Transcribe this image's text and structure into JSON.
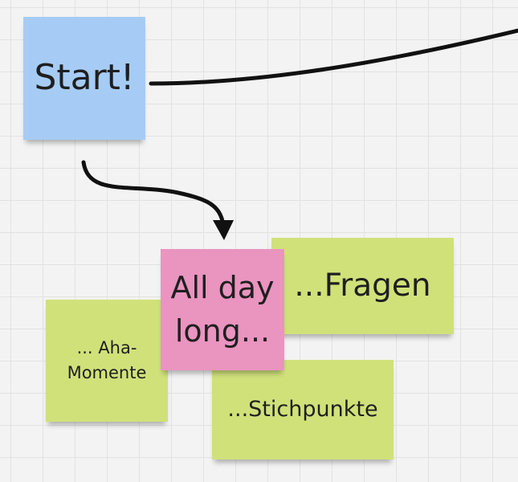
{
  "board": {
    "background": "#f3f3f3",
    "grid_color": "#e2e2e2"
  },
  "connectors": [
    {
      "from": "note-start",
      "to": "offscreen-top-right",
      "arrowhead": false,
      "color": "#111111"
    },
    {
      "from": "note-start",
      "to": "note-all-day-long",
      "arrowhead": true,
      "color": "#111111"
    }
  ],
  "notes": {
    "start": {
      "text": "Start!",
      "color": "#a6ccf5"
    },
    "aha": {
      "line1": "... Aha-",
      "line2": "Momente",
      "color": "#d0e17a"
    },
    "fragen": {
      "text": "...Fragen",
      "color": "#d0e17a"
    },
    "stichpunkte": {
      "text": "...Stichpunkte",
      "color": "#d0e17a"
    },
    "all_day": {
      "line1": "All day",
      "line2": "long...",
      "color": "#ea94c0"
    }
  }
}
